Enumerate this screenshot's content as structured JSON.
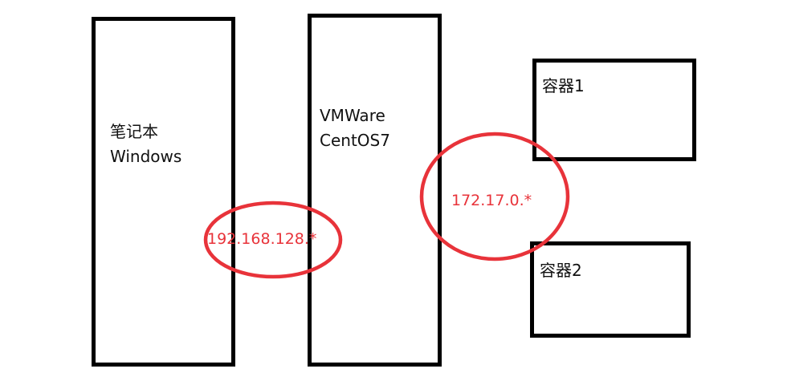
{
  "nodes": {
    "laptop": {
      "line1": "笔记本",
      "line2": "Windows"
    },
    "vm": {
      "line1": "VMWare",
      "line2": "CentOS7"
    },
    "container1": {
      "label": "容器1"
    },
    "container2": {
      "label": "容器2"
    }
  },
  "networks": {
    "host_network": "192.168.128.*",
    "docker_network": "172.17.0.*"
  },
  "colors": {
    "outline": "#000000",
    "highlight": "#e8333a"
  }
}
